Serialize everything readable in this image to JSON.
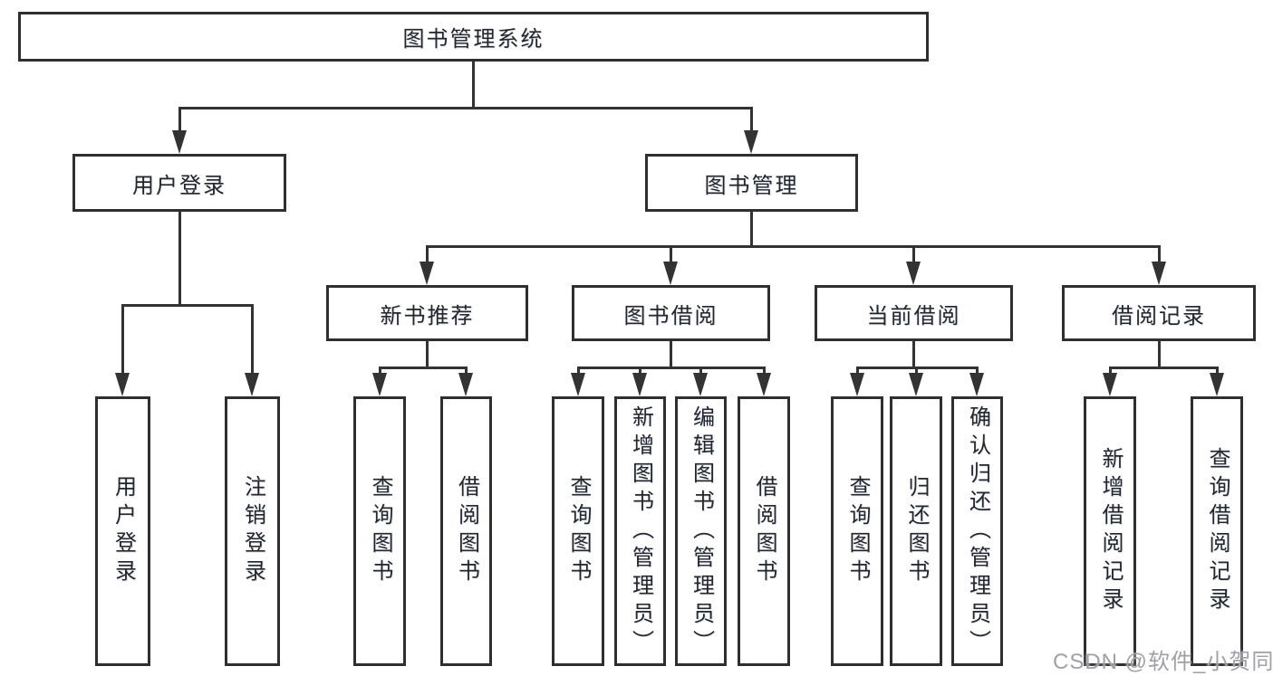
{
  "diagram": {
    "root": {
      "label": "图书管理系统"
    },
    "branches": [
      {
        "label": "用户登录",
        "children": [
          "用户登录",
          "注销登录"
        ]
      },
      {
        "label": "图书管理"
      }
    ],
    "modules": [
      {
        "label": "新书推荐",
        "children": [
          "查询图书",
          "借阅图书"
        ]
      },
      {
        "label": "图书借阅",
        "children": [
          "查询图书",
          "新增图书（管理员）",
          "编辑图书（管理员）",
          "借阅图书"
        ]
      },
      {
        "label": "当前借阅",
        "children": [
          "查询图书",
          "归还图书",
          "确认归还（管理员）"
        ]
      },
      {
        "label": "借阅记录",
        "children": [
          "新增借阅记录",
          "查询借阅记录"
        ]
      }
    ]
  },
  "watermark": {
    "text": "CSDN @软件_小贺同学"
  },
  "colors": {
    "line": "#333333",
    "border": "#2f2f2f",
    "text": "#262626",
    "background": "#ffffff",
    "watermark": "#a0a0a6"
  }
}
